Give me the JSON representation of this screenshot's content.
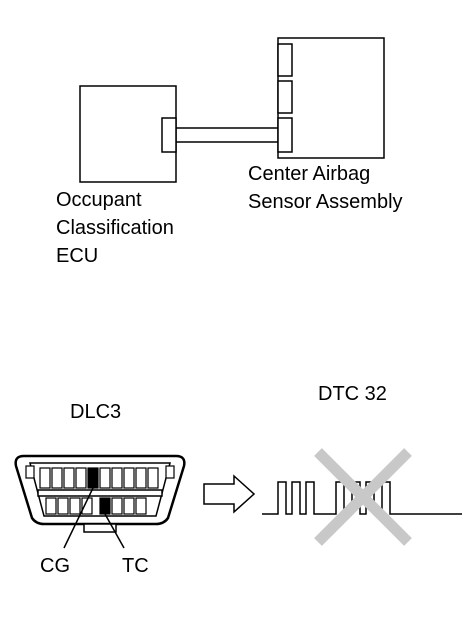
{
  "top_section": {
    "occupant_ecu_label_lines": [
      "Occupant",
      "Classification",
      "ECU"
    ],
    "center_airbag_label_lines": [
      "Center Airbag",
      "Sensor Assembly"
    ]
  },
  "bottom_section": {
    "dlc_label": "DLC3",
    "dtc_label": "DTC 32",
    "cg_label": "CG",
    "tc_label": "TC"
  },
  "colors": {
    "line": "#000000",
    "cross_mark": "#c8c8c8",
    "background": "#ffffff"
  }
}
